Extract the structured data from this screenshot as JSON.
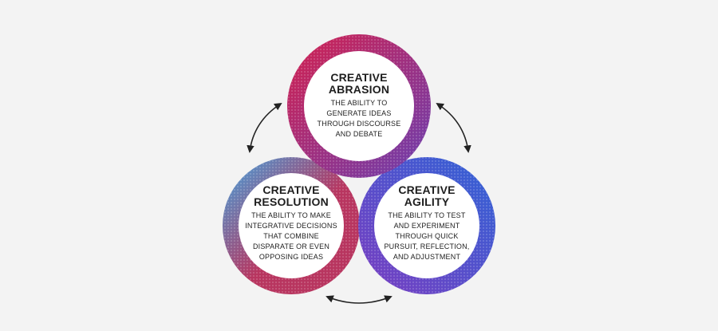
{
  "circles": [
    {
      "id": "abrasion",
      "title_lines": [
        "CREATIVE",
        "ABRASION"
      ],
      "desc_lines": [
        "THE ABILITY TO",
        "GENERATE IDEAS",
        "THROUGH DISCOURSE",
        "AND DEBATE"
      ],
      "color_primary": "#d4204e",
      "color_secondary": "#6a3fb0"
    },
    {
      "id": "resolution",
      "title_lines": [
        "CREATIVE",
        "RESOLUTION"
      ],
      "desc_lines": [
        "THE ABILITY TO MAKE",
        "INTEGRATIVE DECISIONS",
        "THAT COMBINE",
        "DISPARATE OR EVEN",
        "OPPOSING IDEAS"
      ],
      "color_primary": "#b8355f",
      "color_secondary": "#3fa6e0"
    },
    {
      "id": "agility",
      "title_lines": [
        "CREATIVE",
        "AGILITY"
      ],
      "desc_lines": [
        "THE ABILITY TO TEST",
        "AND EXPERIMENT",
        "THROUGH QUICK",
        "PURSUIT, REFLECTION,",
        "AND ADJUSTMENT"
      ],
      "color_primary": "#2f63d6",
      "color_secondary": "#7a3cc0"
    }
  ],
  "arrow_color": "#222222",
  "inner_fill": "#ffffff"
}
